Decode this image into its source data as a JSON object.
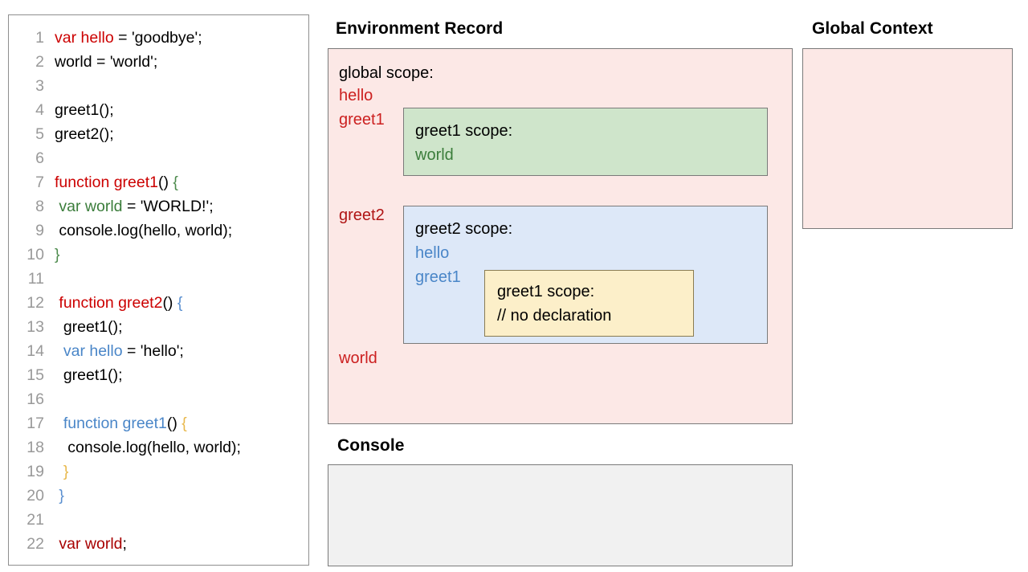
{
  "code_panel": {
    "lines": [
      {
        "n": "1",
        "segments": [
          {
            "t": "var hello",
            "c": "tok-red"
          },
          {
            "t": " = 'goodbye';",
            "c": "tok-black"
          }
        ]
      },
      {
        "n": "2",
        "segments": [
          {
            "t": "world = 'world';",
            "c": "tok-black"
          }
        ]
      },
      {
        "n": "3",
        "segments": [
          {
            "t": "",
            "c": "tok-black"
          }
        ]
      },
      {
        "n": "4",
        "segments": [
          {
            "t": "greet1();",
            "c": "tok-black"
          }
        ]
      },
      {
        "n": "5",
        "segments": [
          {
            "t": "greet2();",
            "c": "tok-black"
          }
        ]
      },
      {
        "n": "6",
        "segments": [
          {
            "t": "",
            "c": "tok-black"
          }
        ]
      },
      {
        "n": "7",
        "segments": [
          {
            "t": "function greet1",
            "c": "tok-red"
          },
          {
            "t": "() ",
            "c": "tok-black"
          },
          {
            "t": "{",
            "c": "tok-brace-green"
          }
        ]
      },
      {
        "n": "8",
        "segments": [
          {
            "t": " ",
            "c": "tok-black"
          },
          {
            "t": "var world",
            "c": "tok-green"
          },
          {
            "t": " = 'WORLD!';",
            "c": "tok-black"
          }
        ]
      },
      {
        "n": "9",
        "segments": [
          {
            "t": " console.log(hello, world);",
            "c": "tok-black"
          }
        ]
      },
      {
        "n": "10",
        "segments": [
          {
            "t": "}",
            "c": "tok-brace-green"
          }
        ]
      },
      {
        "n": "11",
        "segments": [
          {
            "t": "",
            "c": "tok-black"
          }
        ]
      },
      {
        "n": "12",
        "segments": [
          {
            "t": " ",
            "c": "tok-black"
          },
          {
            "t": "function greet2",
            "c": "tok-red"
          },
          {
            "t": "() ",
            "c": "tok-black"
          },
          {
            "t": "{",
            "c": "tok-brace-blue"
          }
        ]
      },
      {
        "n": "13",
        "segments": [
          {
            "t": "  greet1();",
            "c": "tok-black"
          }
        ]
      },
      {
        "n": "14",
        "segments": [
          {
            "t": "  ",
            "c": "tok-black"
          },
          {
            "t": "var hello",
            "c": "tok-blue"
          },
          {
            "t": " = 'hello';",
            "c": "tok-black"
          }
        ]
      },
      {
        "n": "15",
        "segments": [
          {
            "t": "  greet1();",
            "c": "tok-black"
          }
        ]
      },
      {
        "n": "16",
        "segments": [
          {
            "t": "",
            "c": "tok-black"
          }
        ]
      },
      {
        "n": "17",
        "segments": [
          {
            "t": "  ",
            "c": "tok-black"
          },
          {
            "t": "function greet1",
            "c": "tok-blue"
          },
          {
            "t": "() ",
            "c": "tok-black"
          },
          {
            "t": "{",
            "c": "tok-brace-orange"
          }
        ]
      },
      {
        "n": "18",
        "segments": [
          {
            "t": "   console.log(hello, world);",
            "c": "tok-black"
          }
        ]
      },
      {
        "n": "19",
        "segments": [
          {
            "t": "  ",
            "c": "tok-black"
          },
          {
            "t": "}",
            "c": "tok-brace-orange"
          }
        ]
      },
      {
        "n": "20",
        "segments": [
          {
            "t": " ",
            "c": "tok-black"
          },
          {
            "t": "}",
            "c": "tok-brace-blue"
          }
        ]
      },
      {
        "n": "21",
        "segments": [
          {
            "t": "",
            "c": "tok-black"
          }
        ]
      },
      {
        "n": "22",
        "segments": [
          {
            "t": " ",
            "c": "tok-black"
          },
          {
            "t": "var world",
            "c": "tok-darkred"
          },
          {
            "t": ";",
            "c": "tok-black"
          }
        ]
      }
    ]
  },
  "environment_record": {
    "title": "Environment Record",
    "global_scope": {
      "heading": "global scope:",
      "bindings": [
        "hello",
        "greet1",
        "greet2",
        "world"
      ]
    },
    "greet1_scope": {
      "heading": "greet1 scope:",
      "bindings": [
        "world"
      ]
    },
    "greet2_scope": {
      "heading": "greet2 scope:",
      "bindings": [
        "hello",
        "greet1"
      ]
    },
    "nested_greet1_scope": {
      "heading": "greet1 scope:",
      "note": "// no declaration"
    }
  },
  "global_context": {
    "title": "Global Context",
    "content": ""
  },
  "console": {
    "title": "Console",
    "output": ""
  },
  "colors": {
    "pink_fill": "#fce8e6",
    "green_fill": "#cfe5cb",
    "blue_fill": "#dde8f8",
    "yellow_fill": "#fcefc9",
    "gray_fill": "#f1f1f1",
    "border": "#7a7a7a",
    "red_text": "#cc2020",
    "green_text": "#3b7d3b",
    "blue_text": "#4a86c8",
    "linenumber": "#999999"
  }
}
